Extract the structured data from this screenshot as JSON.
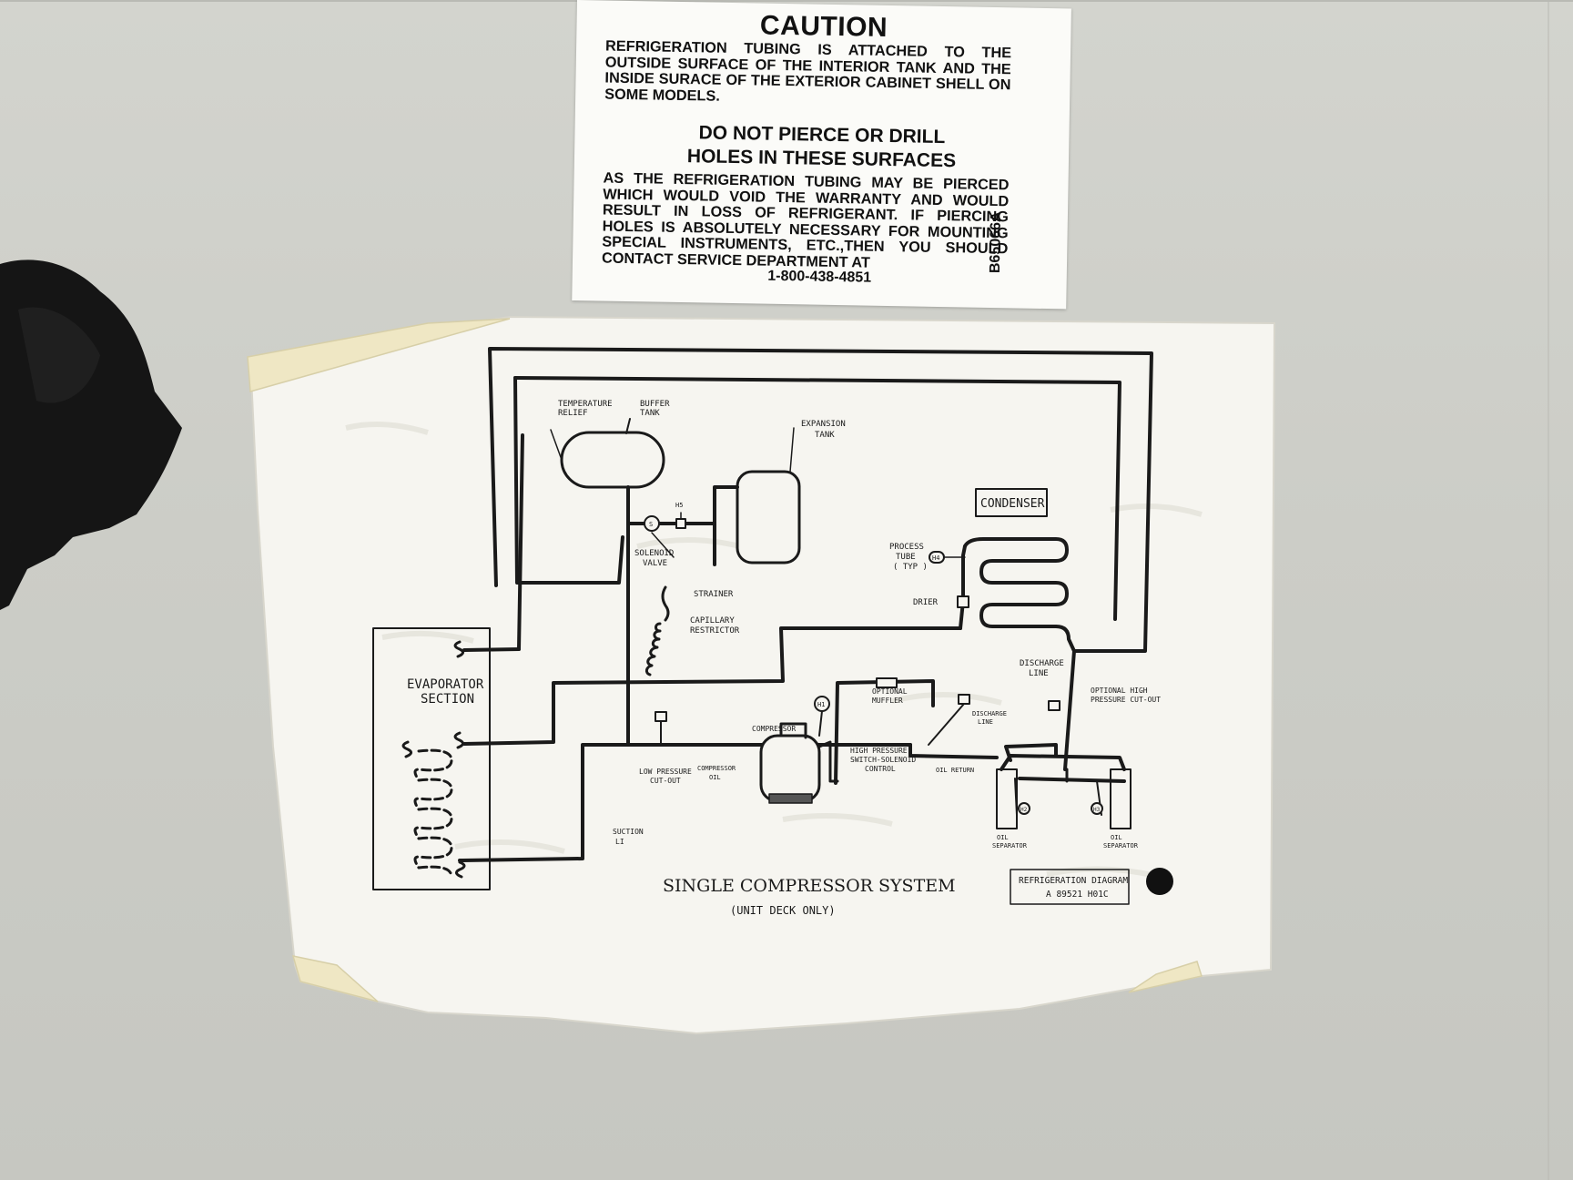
{
  "caution_sign": {
    "title": "CAUTION",
    "paragraph1": "REFRIGERATION TUBING IS ATTACHED TO THE OUTSIDE SURFACE OF THE INTERIOR TANK AND THE INSIDE SURACE OF THE EXTERIOR CABINET SHELL ON SOME MODELS.",
    "warning_line1": "DO NOT PIERCE OR DRILL",
    "warning_line2": "HOLES IN THESE SURFACES",
    "paragraph2": "AS THE REFRIGERATION TUBING MAY BE PIERCED WHICH WOULD VOID THE WARRANTY AND WOULD RESULT IN LOSS OF REFRIGERANT. IF PIERCING HOLES IS ABSOLUTELY NECESSARY FOR MOUNTING SPECIAL INSTRUMENTS, ETC.,THEN YOU SHOULD CONTACT SERVICE DEPARTMENT AT",
    "phone": "1-800-438-4851",
    "part_code": "B65066A"
  },
  "diagram": {
    "title": "SINGLE COMPRESSOR SYSTEM",
    "subtitle": "(UNIT DECK ONLY)",
    "ref_line1": "REFRIGERATION DIAGRAM",
    "ref_line2": "A 89521 H01C",
    "labels": {
      "temperature_relief_1": "TEMPERATURE",
      "temperature_relief_2": "RELIEF",
      "buffer_tank_1": "BUFFER",
      "buffer_tank_2": "TANK",
      "expansion_tank_1": "EXPANSION",
      "expansion_tank_2": "TANK",
      "condenser": "CONDENSER",
      "solenoid_valve_1": "SOLENOID",
      "solenoid_valve_2": "VALVE",
      "strainer": "STRAINER",
      "capillary_1": "CAPILLARY",
      "capillary_2": "RESTRICTOR",
      "process_tube_1": "PROCESS",
      "process_tube_2": "TUBE",
      "process_tube_3": "( TYP )",
      "drier": "DRIER",
      "evaporator_1": "EVAPORATOR",
      "evaporator_2": "SECTION",
      "discharge_line_1": "DISCHARGE",
      "discharge_line_2": "LINE",
      "optional_high_1": "OPTIONAL HIGH",
      "optional_high_2": "PRESSURE CUT-OUT",
      "optional_muffler_1": "OPTIONAL",
      "optional_muffler_2": "MUFFLER",
      "discharge_small_1": "DISCHARGE",
      "discharge_small_2": "LINE",
      "compressor": "COMPRESSOR",
      "compressor_oil_1": "COMPRESSOR",
      "compressor_oil_2": "OIL",
      "low_pressure_1": "LOW PRESSURE",
      "low_pressure_2": "CUT-OUT",
      "high_pressure_1": "HIGH PRESSURE",
      "high_pressure_2": "SWITCH-SOLENOID",
      "high_pressure_3": "CONTROL",
      "oil_return": "OIL RETURN",
      "suction_1": "SUCTION",
      "suction_2": "LI",
      "oil_sep_left_1": "OIL",
      "oil_sep_left_2": "SEPARATOR",
      "oil_sep_right_1": "OIL",
      "oil_sep_right_2": "SEPARATOR",
      "tag_h5": "H5",
      "tag_s": "S",
      "tag_h4": "H4",
      "tag_h1": "H1",
      "tag_h2": "H2",
      "tag_h3": "H3"
    }
  },
  "colors": {
    "wall": "#cccdc7",
    "sign": "#fbfbf8",
    "paper": "#f6f5f0",
    "ink": "#1a1a1a",
    "tape": "#efe7c4"
  }
}
